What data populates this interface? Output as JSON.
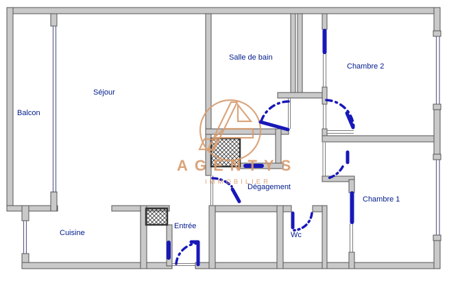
{
  "plan": {
    "rooms": {
      "balcon": {
        "label": "Balcon"
      },
      "sejour": {
        "label": "Séjour"
      },
      "salle_de_bain": {
        "label": "Salle de bain"
      },
      "chambre2": {
        "label": "Chambre 2"
      },
      "chambre1": {
        "label": "Chambre 1"
      },
      "cuisine": {
        "label": "Cuisine"
      },
      "entree": {
        "label": "Entrée"
      },
      "degagement": {
        "label": "Dégagement"
      },
      "wc": {
        "label": "Wc"
      }
    },
    "watermark": {
      "brand": "AGENTYS",
      "tagline": "IMMOBILIER"
    },
    "icons": {
      "logo": "agentys-circle-a-logo"
    },
    "colors": {
      "wall_fill": "#c9c9c9",
      "wall_edge": "#545454",
      "door_blue": "#1818b8",
      "label_navy": "#001a8c",
      "watermark_tan": "#d89c6e",
      "window_line": "#60608a"
    }
  }
}
